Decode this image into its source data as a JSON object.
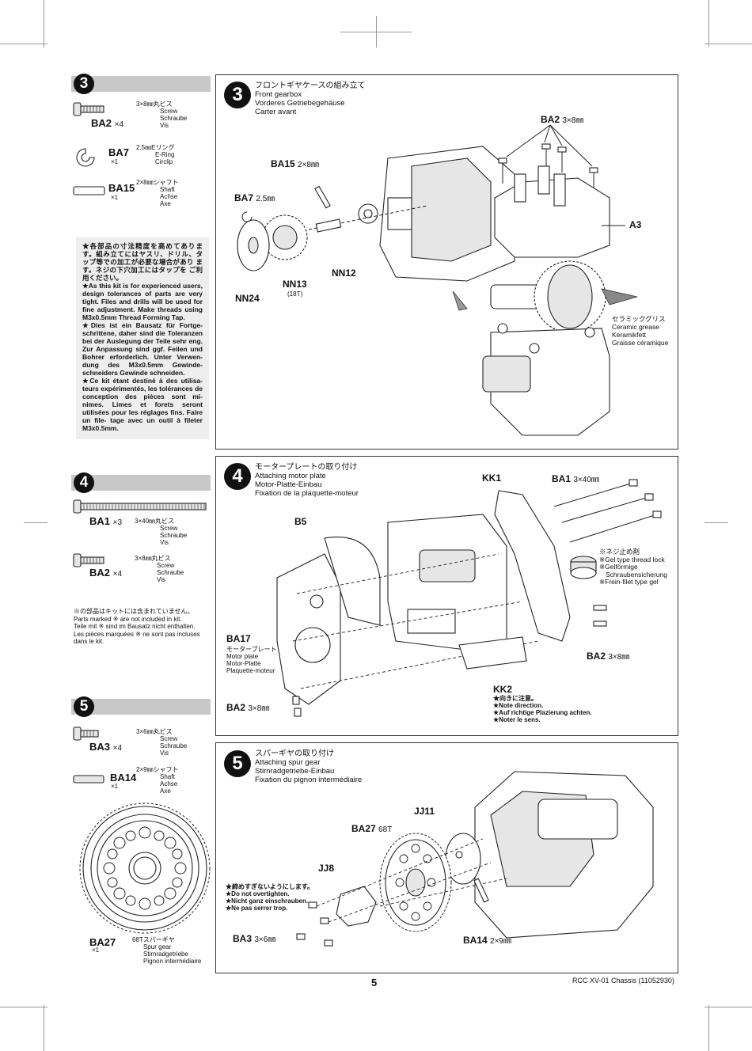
{
  "page_number": "5",
  "footer": "RCC XV-01 Chassis (11052930)",
  "side3": {
    "num": "3",
    "parts": [
      {
        "code": "BA2",
        "qty": "×4",
        "jp": "3×8㎜丸ビス",
        "en": "Screw",
        "de": "Schraube",
        "fr": "Vis"
      },
      {
        "code": "BA7",
        "qty": "×1",
        "jp": "2.5㎜Eリング",
        "en": "E-Ring",
        "de": "Circlip",
        "fr": ""
      },
      {
        "code": "BA15",
        "qty": "×1",
        "jp": "2×8㎜シャフト",
        "en": "Shaft",
        "de": "Achse",
        "fr": "Axe"
      }
    ],
    "note": [
      "★各部品の寸法精度を高めてありま す。組み立てにはヤスリ、ドリル、タ ップ等での加工が必要な場合があり ます。ネジの下穴加工にはタップを ご利用ください。",
      "★As this kit is for experienced users, design tolerances of parts are very tight. Files and drills will be used for fine adjustment. Make threads using M3x0.5mm Thread Forming Tap.",
      "★Dies ist ein Bausatz für Fortge- schrittene, daher sind die Toleranzen bei der Auslegung der Teile sehr eng. Zur Anpassung sind ggf. Feilen und Bohrer erforderlich. Unter Verwen- dung des M3x0.5mm Gewinde- schneiders Gewinde schneiden.",
      "★Ce kit étant destiné à des utilisa- teurs expérimentés, les tolérances de conception des pièces sont mi- nimes. Limes et forets seront utilisées pour les réglages fins. Faire un file- tage avec un outil à fileter M3x0.5mm."
    ]
  },
  "side4": {
    "num": "4",
    "parts": [
      {
        "code": "BA1",
        "qty": "×3",
        "jp": "3×40㎜丸ビス",
        "en": "Screw",
        "de": "Schraube",
        "fr": "Vis"
      },
      {
        "code": "BA2",
        "qty": "×4",
        "jp": "3×8㎜丸ビス",
        "en": "Screw",
        "de": "Schraube",
        "fr": "Vis"
      }
    ],
    "note": [
      "※の部品はキットには含まれていません。",
      "Parts marked ※ are not included in kit.",
      "Teile mit ※ sind im Bausatz nicht enthalten.",
      "Les pièces marquées ※ ne sont pas incluses dans le kit."
    ]
  },
  "side5": {
    "num": "5",
    "parts": [
      {
        "code": "BA3",
        "qty": "×4",
        "jp": "3×6㎜丸ビス",
        "en": "Screw",
        "de": "Schraube",
        "fr": "Vis"
      },
      {
        "code": "BA14",
        "qty": "×1",
        "jp": "2×9㎜シャフト",
        "en": "Shaft",
        "de": "Achse",
        "fr": "Axe"
      },
      {
        "code": "BA27",
        "qty": "×1",
        "jp": "68Tスパーギヤ",
        "en": "Spur gear",
        "de": "Stirnradgetriebe",
        "fr": "Pignon intermédiaire"
      }
    ]
  },
  "step3": {
    "num": "3",
    "jp": "フロントギヤケースの組み立て",
    "en": "Front gearbox",
    "de": "Vorderes Getriebegehäuse",
    "fr": "Carter avant",
    "labels": {
      "ba2": "BA2",
      "ba2_size": "3×8㎜",
      "ba15": "BA15",
      "ba15_size": "2×8㎜",
      "ba7": "BA7",
      "ba7_size": "2.5㎜",
      "nn13": "NN13",
      "nn13_teeth": "(18T)",
      "nn12": "NN12",
      "nn24": "NN24",
      "a3": "A3",
      "grease_jp": "セラミックグリス",
      "grease_en": "Ceramic grease",
      "grease_de": "Keramikfett",
      "grease_fr": "Graisse céramique"
    }
  },
  "step4": {
    "num": "4",
    "jp": "モータープレートの取り付け",
    "en": "Attaching motor plate",
    "de": "Motor-Platte-Einbau",
    "fr": "Fixation de la plaquette-moteur",
    "labels": {
      "kk1": "KK1",
      "ba1": "BA1",
      "ba1_size": "3×40㎜",
      "b5": "B5",
      "lock_jp": "※ネジ止め剤",
      "lock_en": "※Gel type thread lock",
      "lock_de1": "※Gelförmige",
      "lock_de2": "Schraubensicherung",
      "lock_fr": "※Frein-filet type gel",
      "ba17": "BA17",
      "ba17_jp": "モータープレート",
      "ba17_en": "Motor plate",
      "ba17_de": "Motor-Platte",
      "ba17_fr": "Plaquette-moteur",
      "ba2a": "BA2",
      "ba2a_size": "3×8㎜",
      "ba2b": "BA2",
      "ba2b_size": "3×8㎜",
      "kk2": "KK2",
      "kk2_jp": "★向きに注意。",
      "kk2_en": "★Note direction.",
      "kk2_de": "★Auf richtige Plazierung achten.",
      "kk2_fr": "★Noter le sens."
    }
  },
  "step5": {
    "num": "5",
    "jp": "スパーギヤの取り付け",
    "en": "Attaching spur gear",
    "de": "Stirnradgetriebe-Einbau",
    "fr": "Fixation du pignon intermédiaire",
    "labels": {
      "jj11": "JJ11",
      "ba27": "BA27",
      "ba27_teeth": "68T",
      "jj8": "JJ8",
      "warn_jp": "★締めすぎないようにします。",
      "warn_en": "★Do not overtighten.",
      "warn_de": "★Nicht ganz einschrauben.",
      "warn_fr": "★Ne pas serrer trop.",
      "ba3": "BA3",
      "ba3_size": "3×6㎜",
      "ba14": "BA14",
      "ba14_size": "2×9㎜"
    }
  }
}
